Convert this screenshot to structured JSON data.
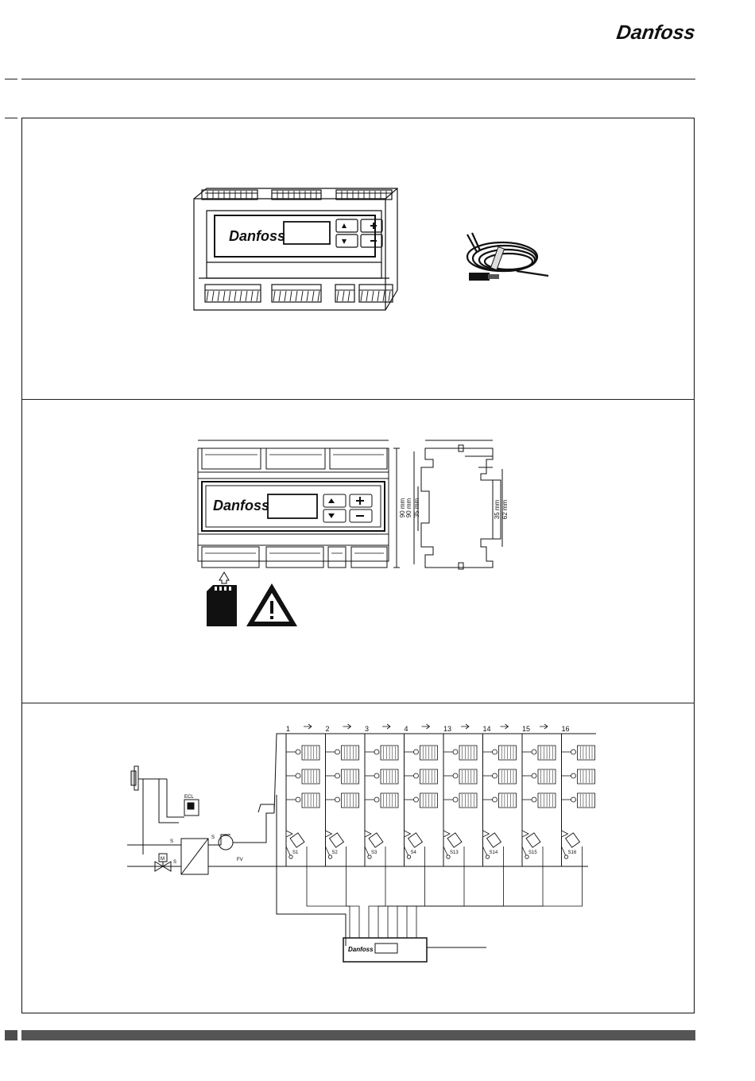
{
  "brand": {
    "logo_text": "Danfoss"
  },
  "device": {
    "logo_text": "Danfoss"
  },
  "dimensions": {
    "height_label": "90 mm",
    "height_label_side": "90 mm",
    "rail_label_side": "35 mm",
    "rail_label": "35 mm",
    "mount_label": "62 mm"
  },
  "diagram": {
    "zone_numbers": [
      "1",
      "2",
      "3",
      "4",
      "13",
      "14",
      "15",
      "16"
    ],
    "sensor_labels": [
      "S1",
      "S2",
      "S3",
      "S4",
      "S13",
      "S14",
      "S15",
      "S16"
    ],
    "ecl_label": "ECL",
    "s_label_1": "S",
    "s_label_2": "S",
    "m_label": "M",
    "fv_label": "FV",
    "pump_label": "S",
    "controller_logo": "Danfoss"
  },
  "colors": {
    "footer_bar": "#555555",
    "line": "#111111"
  }
}
